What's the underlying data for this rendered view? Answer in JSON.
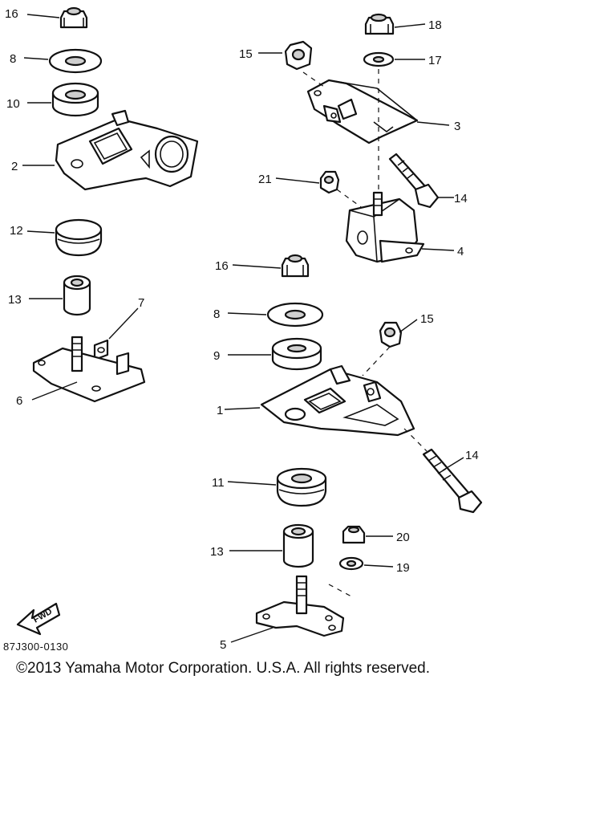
{
  "diagram_code": "87J300-0130",
  "fwd_label": "FWD",
  "copyright": "©2013 Yamaha Motor Corporation. U.S.A. All rights reserved.",
  "callouts": [
    {
      "id": "c16a",
      "text": "16"
    },
    {
      "id": "c8a",
      "text": "8"
    },
    {
      "id": "c10",
      "text": "10"
    },
    {
      "id": "c2",
      "text": "2"
    },
    {
      "id": "c12",
      "text": "12"
    },
    {
      "id": "c13a",
      "text": "13"
    },
    {
      "id": "c7",
      "text": "7"
    },
    {
      "id": "c6",
      "text": "6"
    },
    {
      "id": "c15a",
      "text": "15"
    },
    {
      "id": "c18",
      "text": "18"
    },
    {
      "id": "c17",
      "text": "17"
    },
    {
      "id": "c3",
      "text": "3"
    },
    {
      "id": "c21",
      "text": "21"
    },
    {
      "id": "c14a",
      "text": "14"
    },
    {
      "id": "c4",
      "text": "4"
    },
    {
      "id": "c16b",
      "text": "16"
    },
    {
      "id": "c8b",
      "text": "8"
    },
    {
      "id": "c15b",
      "text": "15"
    },
    {
      "id": "c9",
      "text": "9"
    },
    {
      "id": "c1",
      "text": "1"
    },
    {
      "id": "c14b",
      "text": "14"
    },
    {
      "id": "c11",
      "text": "11"
    },
    {
      "id": "c13b",
      "text": "13"
    },
    {
      "id": "c20",
      "text": "20"
    },
    {
      "id": "c19",
      "text": "19"
    },
    {
      "id": "c5",
      "text": "5"
    }
  ]
}
